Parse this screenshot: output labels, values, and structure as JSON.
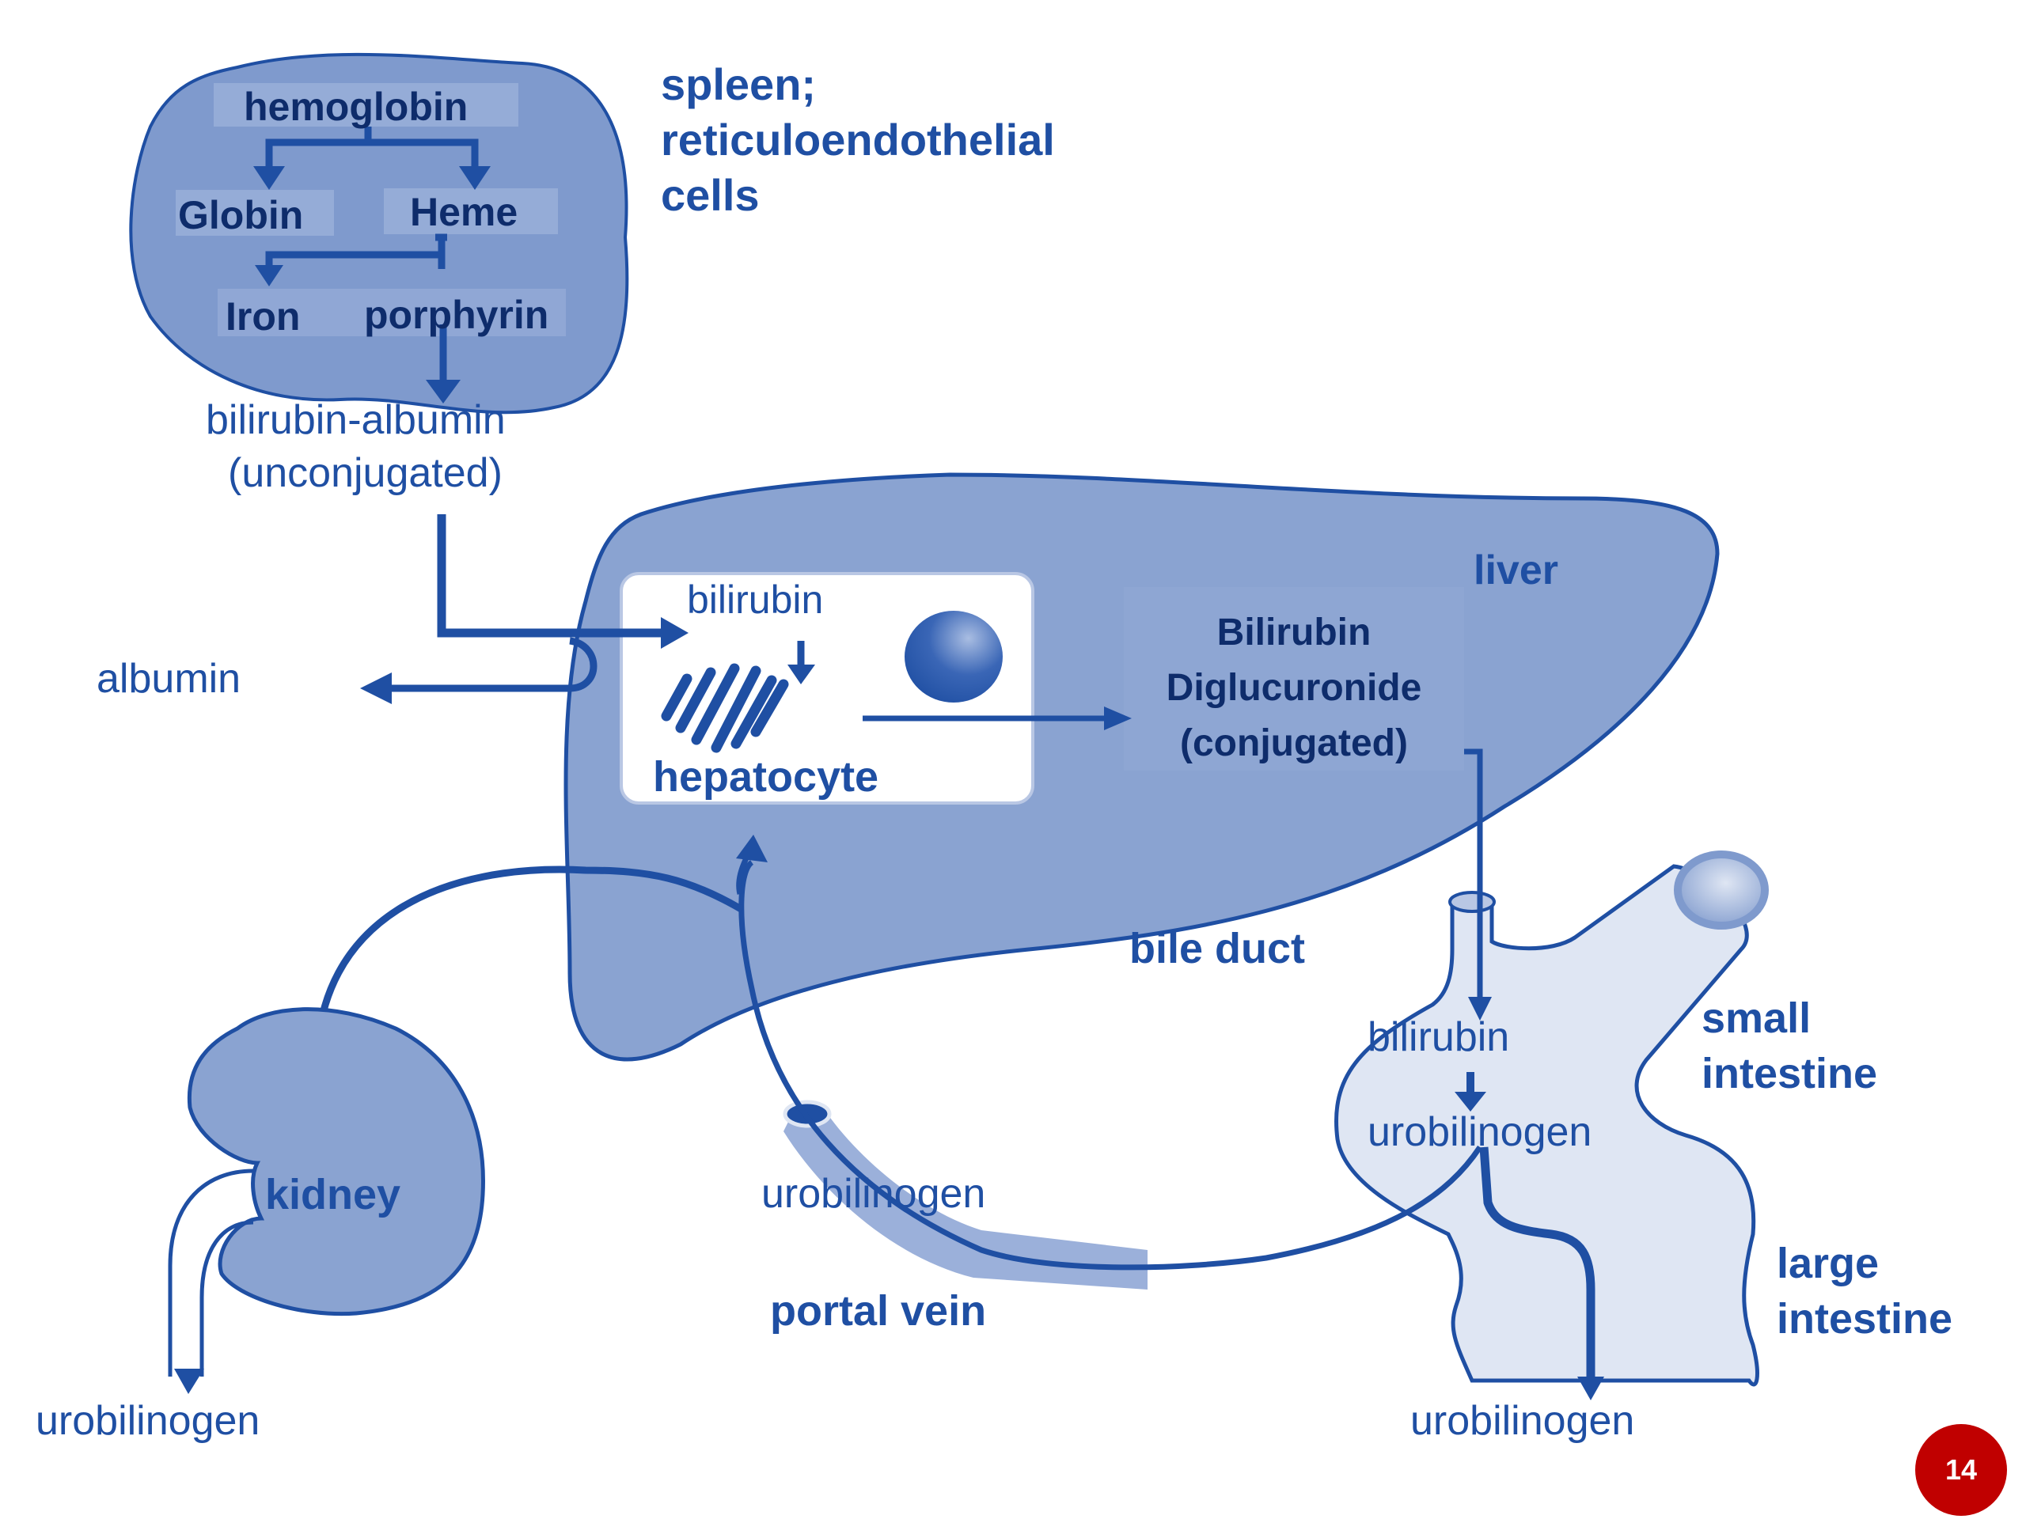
{
  "colors": {
    "primary_blue": "#1f4fa3",
    "dark_text": "#0e2c6b",
    "organ_fill": "#8aa3d1",
    "light_fill": "#dfe6f3",
    "badge": "#c00000"
  },
  "spleen": {
    "title_lines": [
      "spleen;",
      "reticuloendothelial",
      "cells"
    ],
    "hemoglobin": "hemoglobin",
    "globin": "Globin",
    "heme": "Heme",
    "iron": "Iron",
    "porphyrin": "porphyrin"
  },
  "blood": {
    "bilirubin_albumin": "bilirubin-albumin",
    "unconjugated": "(unconjugated)",
    "albumin": "albumin"
  },
  "liver": {
    "label": "liver",
    "hepatocyte_bilirubin": "bilirubin",
    "hepatocyte": "hepatocyte",
    "conjugated_lines": [
      "Bilirubin",
      "Diglucuronide",
      "(conjugated)"
    ]
  },
  "bile": {
    "bile_duct": "bile duct"
  },
  "intestine": {
    "bilirubin": "bilirubin",
    "urobilinogen": "urobilinogen",
    "small_lines": [
      "small",
      "intestine"
    ],
    "large_lines": [
      "large",
      "intestine"
    ],
    "excreted": "urobilinogen"
  },
  "portal": {
    "urobilinogen": "urobilinogen",
    "label": "portal vein"
  },
  "kidney": {
    "label": "kidney",
    "excreted": "urobilinogen"
  },
  "slide": {
    "page_number": "14"
  }
}
